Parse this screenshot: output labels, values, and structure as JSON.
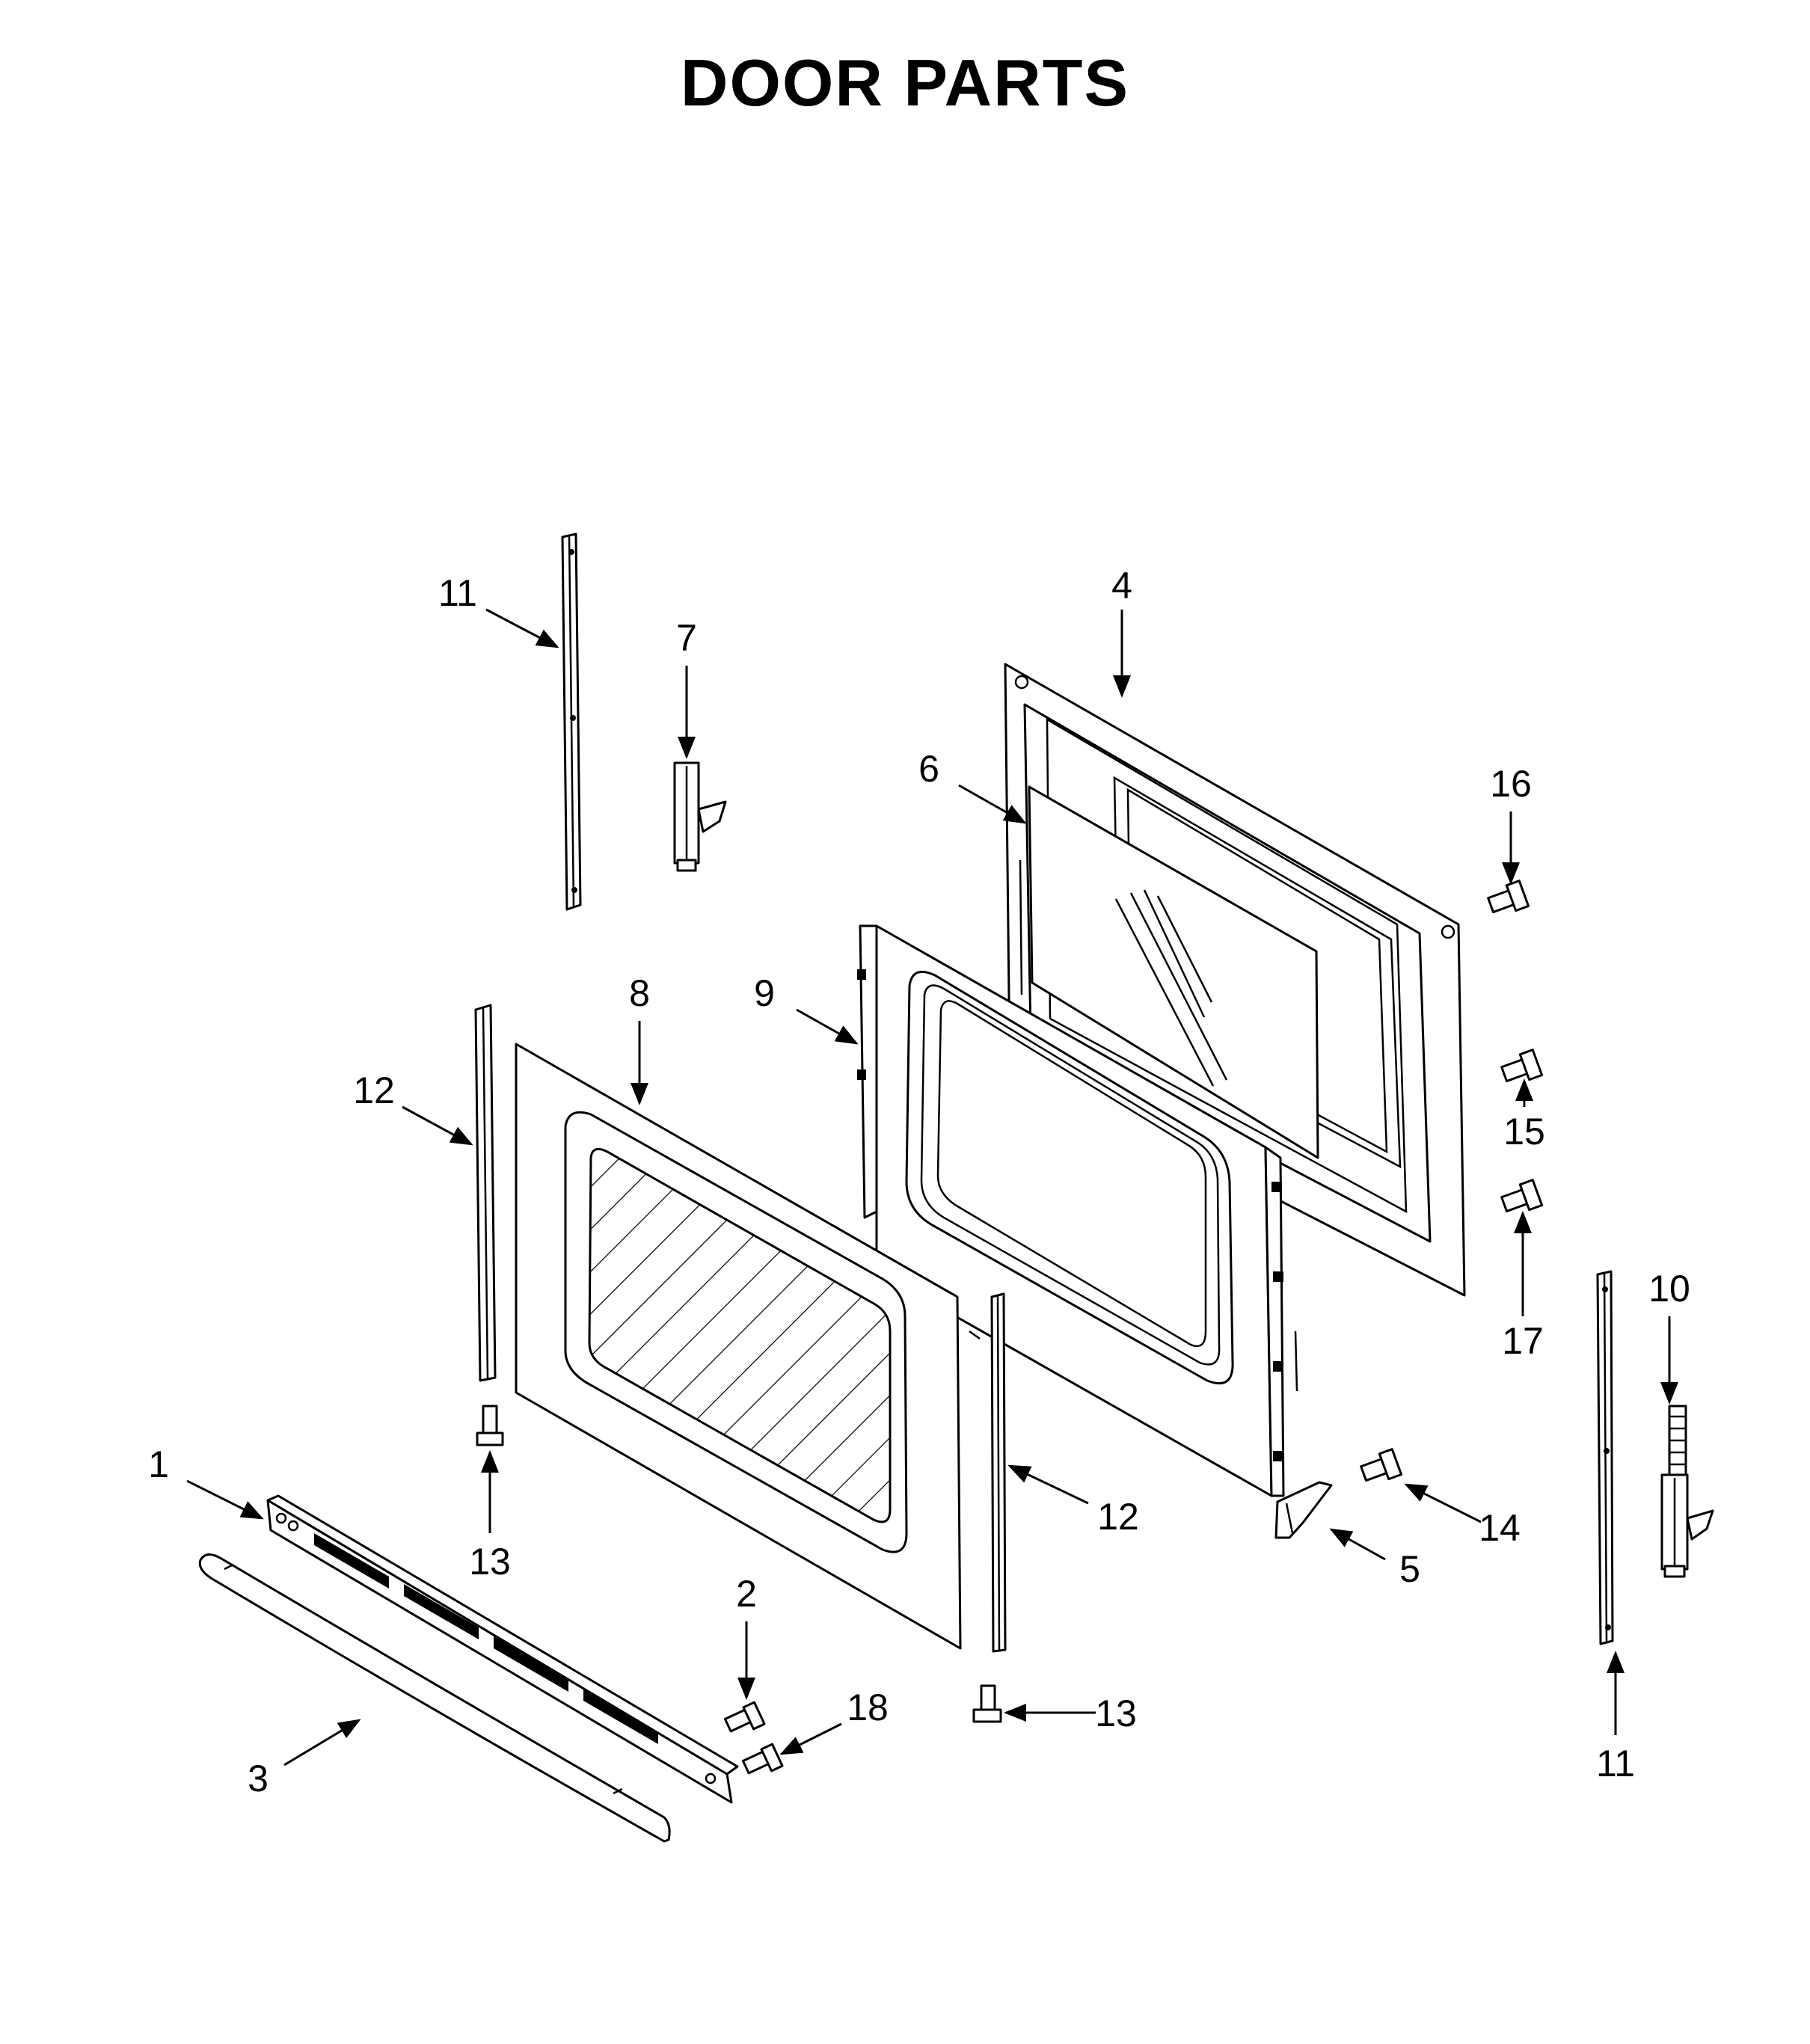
{
  "title": "DOOR PARTS",
  "colors": {
    "line": "#000000",
    "background": "#ffffff"
  },
  "callouts": {
    "c1": "1",
    "c2": "2",
    "c3": "3",
    "c4": "4",
    "c5": "5",
    "c6": "6",
    "c7": "7",
    "c8": "8",
    "c9": "9",
    "c10": "10",
    "c11a": "11",
    "c11b": "11",
    "c12a": "12",
    "c12b": "12",
    "c13a": "13",
    "c13b": "13",
    "c14": "14",
    "c15": "15",
    "c16": "16",
    "c17": "17",
    "c18": "18"
  }
}
